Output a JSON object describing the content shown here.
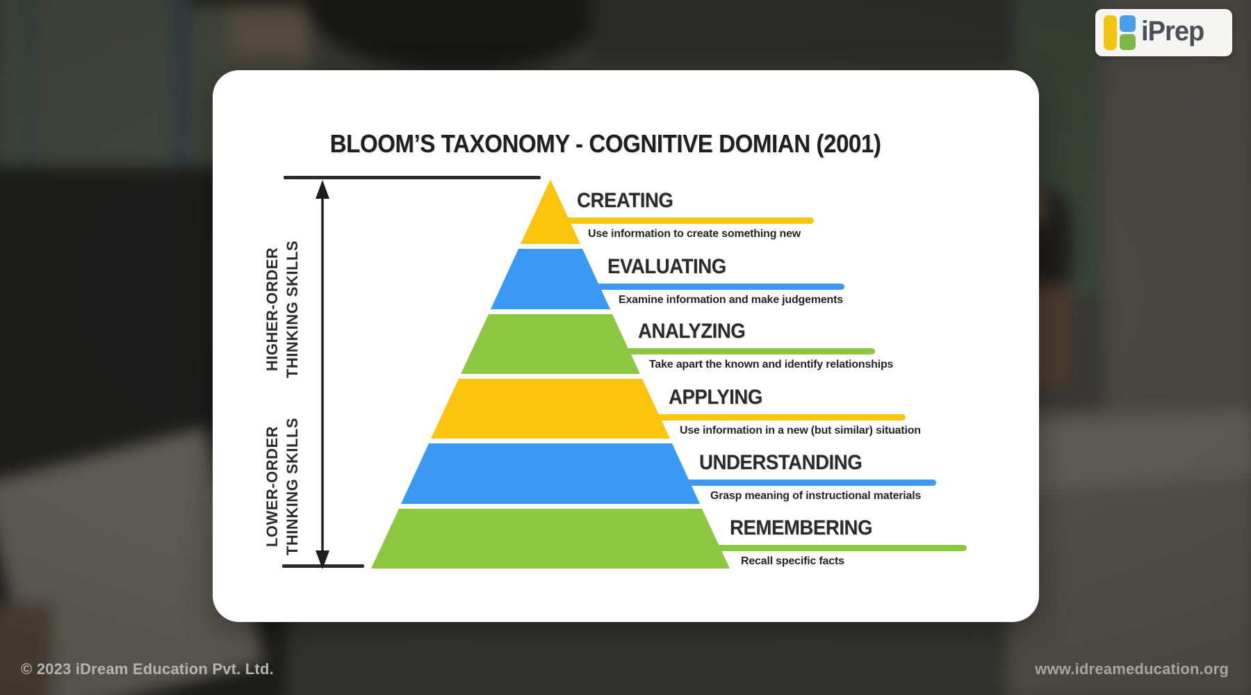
{
  "card": {
    "title": "BLOOM’S TAXONOMY - COGNITIVE DOMIAN (2001)",
    "axis": {
      "higher": {
        "line1": "HIGHER-ORDER",
        "line2": "THINKING SKILLS"
      },
      "lower": {
        "line1": "LOWER-ORDER",
        "line2": "THINKING SKILLS"
      }
    },
    "levels": [
      {
        "name": "CREATING",
        "description": "Use information to create something new",
        "color": "#FCC40D"
      },
      {
        "name": "EVALUATING",
        "description": "Examine information and make judgements",
        "color": "#3999F4"
      },
      {
        "name": "ANALYZING",
        "description": "Take apart the known and identify relationships",
        "color": "#8DC73F"
      },
      {
        "name": "APPLYING",
        "description": "Use information in a new (but similar) situation",
        "color": "#FCC40D"
      },
      {
        "name": "UNDERSTANDING",
        "description": "Grasp meaning of instructional materials",
        "color": "#3999F4"
      },
      {
        "name": "REMEMBERING",
        "description": "Recall specific facts",
        "color": "#8DC73F"
      }
    ],
    "arrow_color": "#1e1e1e"
  },
  "logo": {
    "text": "iPrep",
    "colors": {
      "yellow": "#F2C410",
      "blue": "#4A9FE8",
      "green": "#7AB648",
      "text": "#4A5056"
    }
  },
  "footer": {
    "copyright": "© 2023 iDream Education Pvt. Ltd.",
    "website": "www.idreameducation.org"
  }
}
